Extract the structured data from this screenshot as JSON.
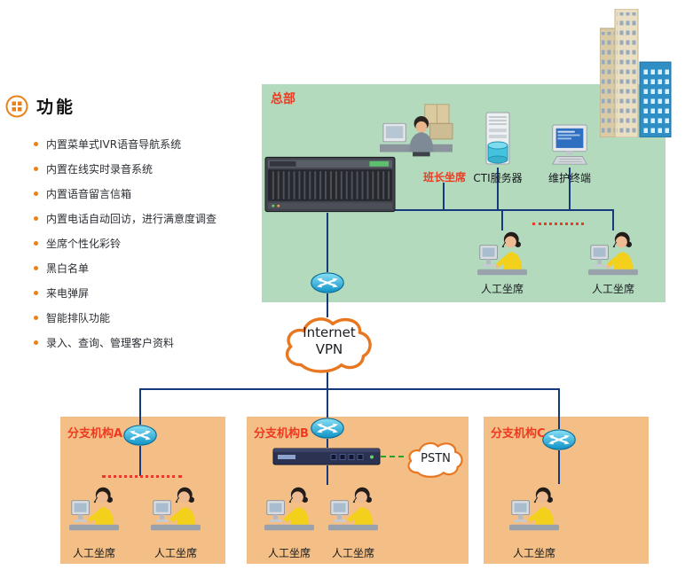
{
  "features": {
    "title": "功能",
    "items": [
      "内置菜单式IVR语音导航系统",
      "内置在线实时录音系统",
      "内置语音留言信箱",
      "内置电话自动回访，进行满意度调查",
      "坐席个性化彩铃",
      "黑白名单",
      "来电弹屏",
      "智能排队功能",
      "录入、查询、管理客户资料"
    ]
  },
  "hq": {
    "title": "总部",
    "supervisor_label": "班长坐席",
    "cti_server_label": "CTI服务器",
    "maintenance_terminal_label": "维护终端",
    "agents": [
      "人工坐席",
      "人工坐席"
    ]
  },
  "wan": {
    "cloud_line1": "Internet",
    "cloud_line2": "VPN",
    "pstn_label": "PSTN"
  },
  "branches": [
    {
      "title": "分支机构A",
      "agents": [
        "人工坐席",
        "人工坐席"
      ]
    },
    {
      "title": "分支机构B",
      "agents": [
        "人工坐席",
        "人工坐席"
      ]
    },
    {
      "title": "分支机构C",
      "agents": [
        "人工坐席"
      ]
    }
  ],
  "colors": {
    "panel_green": "#b4dabe",
    "panel_orange": "#f4bf86",
    "title_red": "#ee3a21",
    "accent_orange": "#e8821e",
    "connector_navy": "#16387c",
    "cloud_border_orange": "#e87722",
    "pstn_link_green": "#2ca02c",
    "dotted_red": "#e8392b"
  }
}
